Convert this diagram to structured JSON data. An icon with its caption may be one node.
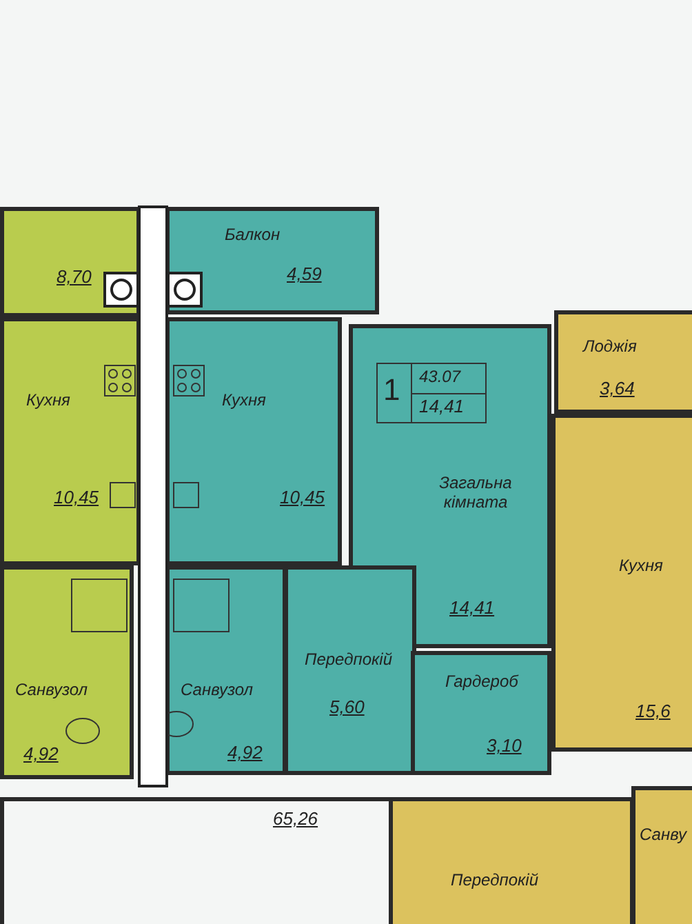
{
  "diagram": {
    "nodes": [
      {
        "text": [
          "8,70"
        ]
      },
      {
        "text": [
          "Балкон",
          "4,59"
        ]
      },
      {
        "text": [
          "Лоджія",
          "3,64"
        ]
      },
      {
        "text": [
          "Загальна кімната",
          "14,41"
        ]
      },
      {
        "text": [
          "1",
          "43.07",
          "14,41"
        ],
        "in": 3
      },
      {
        "text": [
          "Кухня",
          "10,45"
        ]
      },
      {
        "text": [
          "Кухня",
          "10,45"
        ]
      },
      {
        "text": [
          "Кухня",
          "15,6"
        ]
      },
      {
        "text": [
          "Санвузол",
          "4,92"
        ]
      },
      {
        "text": [
          "Санвузол",
          "4,92"
        ]
      },
      {
        "text": [
          "Передпокій",
          "5,60"
        ]
      },
      {
        "text": [
          "Гардероб",
          "3,10"
        ]
      },
      {
        "text": [
          "65,26"
        ]
      },
      {
        "text": [
          "Передпокій"
        ]
      },
      {
        "text": [
          "Санву"
        ]
      }
    ]
  }
}
